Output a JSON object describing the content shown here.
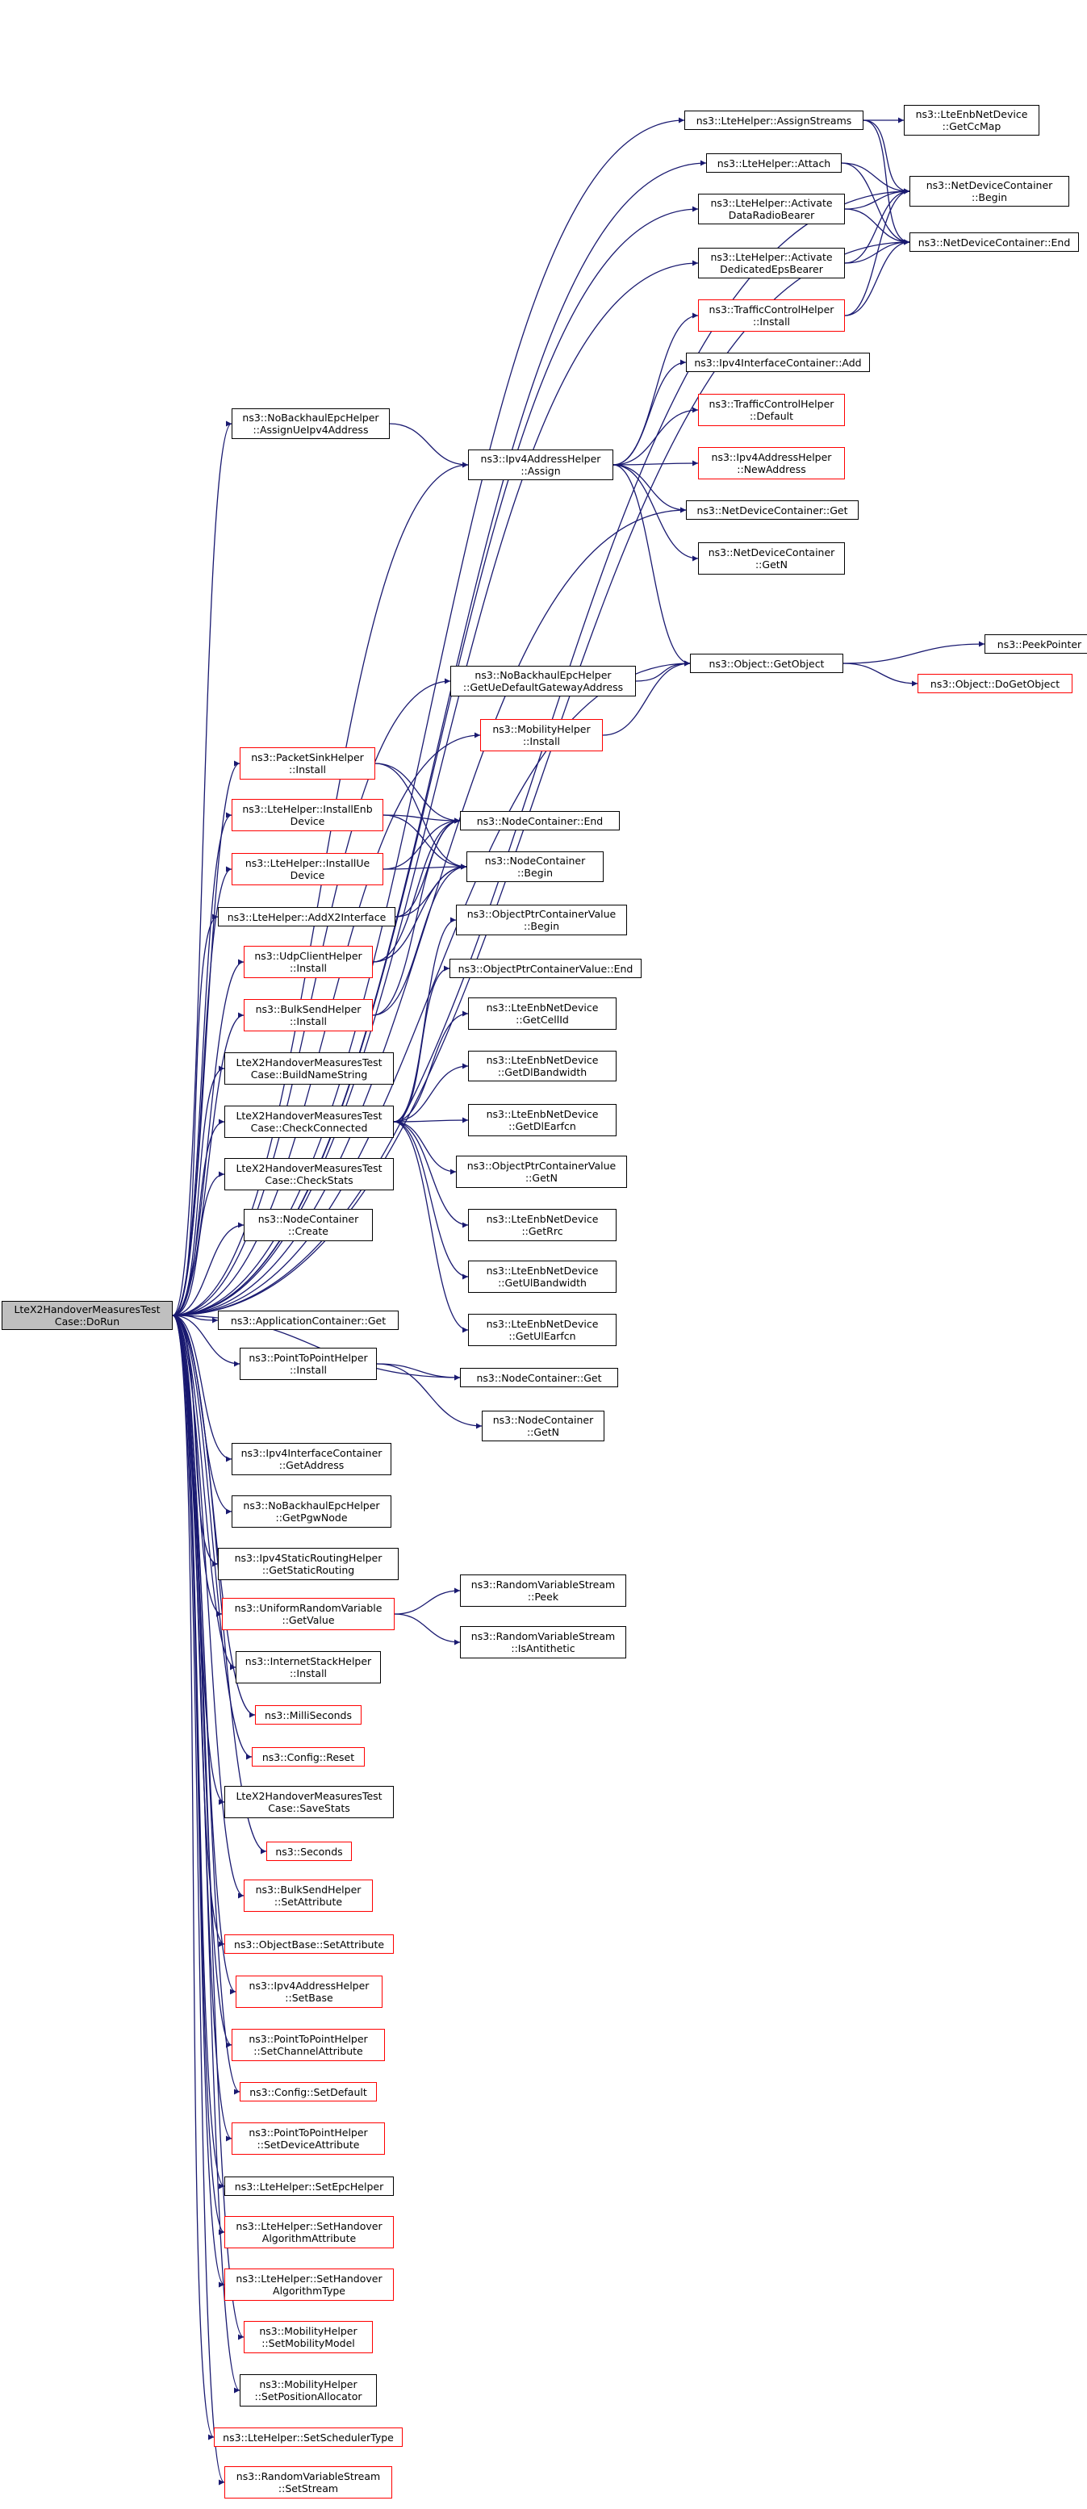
{
  "colors": {
    "edge": "#191970",
    "node_border": "#000000",
    "node_border_linked": "#ff0000",
    "root_fill": "#bfbfbf"
  },
  "root": {
    "line1": "LteX2HandoverMeasuresTest",
    "line2": "Case::DoRun"
  },
  "nodes": [
    {
      "id": "assignStreams",
      "lines": [
        "ns3::LteHelper::AssignStreams"
      ],
      "red": false
    },
    {
      "id": "getCcMap",
      "lines": [
        "ns3::LteEnbNetDevice",
        "::GetCcMap"
      ],
      "red": false
    },
    {
      "id": "attach",
      "lines": [
        "ns3::LteHelper::Attach"
      ],
      "red": false
    },
    {
      "id": "ndcBegin",
      "lines": [
        "ns3::NetDeviceContainer",
        "::Begin"
      ],
      "red": false
    },
    {
      "id": "actDataRadio",
      "lines": [
        "ns3::LteHelper::Activate",
        "DataRadioBearer"
      ],
      "red": false
    },
    {
      "id": "ndcEnd",
      "lines": [
        "ns3::NetDeviceContainer::End"
      ],
      "red": false
    },
    {
      "id": "actDedicated",
      "lines": [
        "ns3::LteHelper::Activate",
        "DedicatedEpsBearer"
      ],
      "red": false
    },
    {
      "id": "tcInstall",
      "lines": [
        "ns3::TrafficControlHelper",
        "::Install"
      ],
      "red": true
    },
    {
      "id": "ipv4IcAdd",
      "lines": [
        "ns3::Ipv4InterfaceContainer::Add"
      ],
      "red": false
    },
    {
      "id": "tcDefault",
      "lines": [
        "ns3::TrafficControlHelper",
        "::Default"
      ],
      "red": true
    },
    {
      "id": "assignUeIpv4",
      "lines": [
        "ns3::NoBackhaulEpcHelper",
        "::AssignUeIpv4Address"
      ],
      "red": false
    },
    {
      "id": "ipv4Assign",
      "lines": [
        "ns3::Ipv4AddressHelper",
        "::Assign"
      ],
      "red": false
    },
    {
      "id": "newAddress",
      "lines": [
        "ns3::Ipv4AddressHelper",
        "::NewAddress"
      ],
      "red": true
    },
    {
      "id": "ndcGet",
      "lines": [
        "ns3::NetDeviceContainer::Get"
      ],
      "red": false
    },
    {
      "id": "ndcGetN",
      "lines": [
        "ns3::NetDeviceContainer",
        "::GetN"
      ],
      "red": false
    },
    {
      "id": "peekPointer",
      "lines": [
        "ns3::PeekPointer"
      ],
      "red": false
    },
    {
      "id": "getObject",
      "lines": [
        "ns3::Object::GetObject"
      ],
      "red": false
    },
    {
      "id": "doGetObject",
      "lines": [
        "ns3::Object::DoGetObject"
      ],
      "red": true
    },
    {
      "id": "getUeGw",
      "lines": [
        "ns3::NoBackhaulEpcHelper",
        "::GetUeDefaultGatewayAddress"
      ],
      "red": false
    },
    {
      "id": "mobInstall",
      "lines": [
        "ns3::MobilityHelper",
        "::Install"
      ],
      "red": true
    },
    {
      "id": "psInstall",
      "lines": [
        "ns3::PacketSinkHelper",
        "::Install"
      ],
      "red": true
    },
    {
      "id": "ncEnd",
      "lines": [
        "ns3::NodeContainer::End"
      ],
      "red": false
    },
    {
      "id": "installEnb",
      "lines": [
        "ns3::LteHelper::InstallEnb",
        "Device"
      ],
      "red": true
    },
    {
      "id": "ncBegin",
      "lines": [
        "ns3::NodeContainer",
        "::Begin"
      ],
      "red": false
    },
    {
      "id": "installUe",
      "lines": [
        "ns3::LteHelper::InstallUe",
        "Device"
      ],
      "red": true
    },
    {
      "id": "addX2",
      "lines": [
        "ns3::LteHelper::AddX2Interface"
      ],
      "red": false
    },
    {
      "id": "opcBegin",
      "lines": [
        "ns3::ObjectPtrContainerValue",
        "::Begin"
      ],
      "red": false
    },
    {
      "id": "udpInstall",
      "lines": [
        "ns3::UdpClientHelper",
        "::Install"
      ],
      "red": true
    },
    {
      "id": "opcEnd",
      "lines": [
        "ns3::ObjectPtrContainerValue::End"
      ],
      "red": false
    },
    {
      "id": "bulkInstall",
      "lines": [
        "ns3::BulkSendHelper",
        "::Install"
      ],
      "red": true
    },
    {
      "id": "getCellId",
      "lines": [
        "ns3::LteEnbNetDevice",
        "::GetCellId"
      ],
      "red": false
    },
    {
      "id": "buildName",
      "lines": [
        "LteX2HandoverMeasuresTest",
        "Case::BuildNameString"
      ],
      "red": false
    },
    {
      "id": "getDlBw",
      "lines": [
        "ns3::LteEnbNetDevice",
        "::GetDlBandwidth"
      ],
      "red": false
    },
    {
      "id": "checkConnected",
      "lines": [
        "LteX2HandoverMeasuresTest",
        "Case::CheckConnected"
      ],
      "red": false
    },
    {
      "id": "getDlEarfcn",
      "lines": [
        "ns3::LteEnbNetDevice",
        "::GetDlEarfcn"
      ],
      "red": false
    },
    {
      "id": "checkStats",
      "lines": [
        "LteX2HandoverMeasuresTest",
        "Case::CheckStats"
      ],
      "red": false
    },
    {
      "id": "opcGetN",
      "lines": [
        "ns3::ObjectPtrContainerValue",
        "::GetN"
      ],
      "red": false
    },
    {
      "id": "ncCreate",
      "lines": [
        "ns3::NodeContainer",
        "::Create"
      ],
      "red": false
    },
    {
      "id": "getRrc",
      "lines": [
        "ns3::LteEnbNetDevice",
        "::GetRrc"
      ],
      "red": false
    },
    {
      "id": "appGet",
      "lines": [
        "ns3::ApplicationContainer::Get"
      ],
      "red": false
    },
    {
      "id": "getUlBw",
      "lines": [
        "ns3::LteEnbNetDevice",
        "::GetUlBandwidth"
      ],
      "red": false
    },
    {
      "id": "getUlEarfcn",
      "lines": [
        "ns3::LteEnbNetDevice",
        "::GetUlEarfcn"
      ],
      "red": false
    },
    {
      "id": "p2pInstall",
      "lines": [
        "ns3::PointToPointHelper",
        "::Install"
      ],
      "red": false
    },
    {
      "id": "ncGet",
      "lines": [
        "ns3::NodeContainer::Get"
      ],
      "red": false
    },
    {
      "id": "ncGetN",
      "lines": [
        "ns3::NodeContainer",
        "::GetN"
      ],
      "red": false
    },
    {
      "id": "ipv4IcGetAddr",
      "lines": [
        "ns3::Ipv4InterfaceContainer",
        "::GetAddress"
      ],
      "red": false
    },
    {
      "id": "getPgwNode",
      "lines": [
        "ns3::NoBackhaulEpcHelper",
        "::GetPgwNode"
      ],
      "red": false
    },
    {
      "id": "getStaticRouting",
      "lines": [
        "ns3::Ipv4StaticRoutingHelper",
        "::GetStaticRouting"
      ],
      "red": false
    },
    {
      "id": "rvsPeek",
      "lines": [
        "ns3::RandomVariableStream",
        "::Peek"
      ],
      "red": false
    },
    {
      "id": "urvGetValue",
      "lines": [
        "ns3::UniformRandomVariable",
        "::GetValue"
      ],
      "red": true
    },
    {
      "id": "rvsIsAnti",
      "lines": [
        "ns3::RandomVariableStream",
        "::IsAntithetic"
      ],
      "red": false
    },
    {
      "id": "inetInstall",
      "lines": [
        "ns3::InternetStackHelper",
        "::Install"
      ],
      "red": false
    },
    {
      "id": "milliSeconds",
      "lines": [
        "ns3::MilliSeconds"
      ],
      "red": true
    },
    {
      "id": "configReset",
      "lines": [
        "ns3::Config::Reset"
      ],
      "red": true
    },
    {
      "id": "saveStats",
      "lines": [
        "LteX2HandoverMeasuresTest",
        "Case::SaveStats"
      ],
      "red": false
    },
    {
      "id": "seconds",
      "lines": [
        "ns3::Seconds"
      ],
      "red": true
    },
    {
      "id": "bulkSetAttr",
      "lines": [
        "ns3::BulkSendHelper",
        "::SetAttribute"
      ],
      "red": true
    },
    {
      "id": "objSetAttr",
      "lines": [
        "ns3::ObjectBase::SetAttribute"
      ],
      "red": true
    },
    {
      "id": "ipv4SetBase",
      "lines": [
        "ns3::Ipv4AddressHelper",
        "::SetBase"
      ],
      "red": true
    },
    {
      "id": "p2pSetChan",
      "lines": [
        "ns3::PointToPointHelper",
        "::SetChannelAttribute"
      ],
      "red": true
    },
    {
      "id": "configSetDefault",
      "lines": [
        "ns3::Config::SetDefault"
      ],
      "red": true
    },
    {
      "id": "p2pSetDev",
      "lines": [
        "ns3::PointToPointHelper",
        "::SetDeviceAttribute"
      ],
      "red": true
    },
    {
      "id": "setEpcHelper",
      "lines": [
        "ns3::LteHelper::SetEpcHelper"
      ],
      "red": false
    },
    {
      "id": "setHoAttr",
      "lines": [
        "ns3::LteHelper::SetHandover",
        "AlgorithmAttribute"
      ],
      "red": true
    },
    {
      "id": "setHoType",
      "lines": [
        "ns3::LteHelper::SetHandover",
        "AlgorithmType"
      ],
      "red": true
    },
    {
      "id": "setMobModel",
      "lines": [
        "ns3::MobilityHelper",
        "::SetMobilityModel"
      ],
      "red": true
    },
    {
      "id": "setPosAlloc",
      "lines": [
        "ns3::MobilityHelper",
        "::SetPositionAllocator"
      ],
      "red": false
    },
    {
      "id": "setSched",
      "lines": [
        "ns3::LteHelper::SetSchedulerType"
      ],
      "red": true
    },
    {
      "id": "setStream",
      "lines": [
        "ns3::RandomVariableStream",
        "::SetStream"
      ],
      "red": true
    }
  ],
  "edges": [
    [
      "assignStreams",
      "getCcMap"
    ],
    [
      "assignStreams",
      "ndcBegin"
    ],
    [
      "assignStreams",
      "ndcEnd"
    ],
    [
      "attach",
      "ndcBegin"
    ],
    [
      "attach",
      "ndcEnd"
    ],
    [
      "actDataRadio",
      "ndcBegin"
    ],
    [
      "actDataRadio",
      "ndcEnd"
    ],
    [
      "actDedicated",
      "ndcBegin"
    ],
    [
      "actDedicated",
      "ndcEnd"
    ],
    [
      "tcInstall",
      "ndcBegin"
    ],
    [
      "tcInstall",
      "ndcEnd"
    ],
    [
      "assignUeIpv4",
      "ipv4Assign"
    ],
    [
      "ipv4Assign",
      "tcInstall"
    ],
    [
      "ipv4Assign",
      "ipv4IcAdd"
    ],
    [
      "ipv4Assign",
      "tcDefault"
    ],
    [
      "ipv4Assign",
      "newAddress"
    ],
    [
      "ipv4Assign",
      "ndcGet"
    ],
    [
      "ipv4Assign",
      "ndcGetN"
    ],
    [
      "ipv4Assign",
      "getObject"
    ],
    [
      "getUeGw",
      "getObject"
    ],
    [
      "mobInstall",
      "getObject"
    ],
    [
      "getObject",
      "peekPointer"
    ],
    [
      "getObject",
      "doGetObject"
    ],
    [
      "psInstall",
      "ncEnd"
    ],
    [
      "psInstall",
      "ncBegin"
    ],
    [
      "installEnb",
      "ncEnd"
    ],
    [
      "installEnb",
      "ncBegin"
    ],
    [
      "installUe",
      "ncEnd"
    ],
    [
      "installUe",
      "ncBegin"
    ],
    [
      "addX2",
      "ncEnd"
    ],
    [
      "addX2",
      "ncBegin"
    ],
    [
      "udpInstall",
      "ncEnd"
    ],
    [
      "udpInstall",
      "ncBegin"
    ],
    [
      "bulkInstall",
      "ncEnd"
    ],
    [
      "bulkInstall",
      "ncBegin"
    ],
    [
      "checkConnected",
      "opcBegin"
    ],
    [
      "checkConnected",
      "opcEnd"
    ],
    [
      "checkConnected",
      "getCellId"
    ],
    [
      "checkConnected",
      "getDlBw"
    ],
    [
      "checkConnected",
      "getDlEarfcn"
    ],
    [
      "checkConnected",
      "opcGetN"
    ],
    [
      "checkConnected",
      "getRrc"
    ],
    [
      "checkConnected",
      "getUlBw"
    ],
    [
      "checkConnected",
      "getUlEarfcn"
    ],
    [
      "p2pInstall",
      "ncGet"
    ],
    [
      "p2pInstall",
      "ncGetN"
    ],
    [
      "urvGetValue",
      "rvsPeek"
    ],
    [
      "urvGetValue",
      "rvsIsAnti"
    ],
    [
      "root",
      "assignStreams"
    ],
    [
      "root",
      "attach"
    ],
    [
      "root",
      "actDataRadio"
    ],
    [
      "root",
      "actDedicated"
    ],
    [
      "root",
      "ndcBegin"
    ],
    [
      "root",
      "ndcEnd"
    ],
    [
      "root",
      "assignUeIpv4"
    ],
    [
      "root",
      "ipv4Assign"
    ],
    [
      "root",
      "ndcGet"
    ],
    [
      "root",
      "getObject"
    ],
    [
      "root",
      "getUeGw"
    ],
    [
      "root",
      "mobInstall"
    ],
    [
      "root",
      "psInstall"
    ],
    [
      "root",
      "installEnb"
    ],
    [
      "root",
      "installUe"
    ],
    [
      "root",
      "addX2"
    ],
    [
      "root",
      "udpInstall"
    ],
    [
      "root",
      "bulkInstall"
    ],
    [
      "root",
      "buildName"
    ],
    [
      "root",
      "checkConnected"
    ],
    [
      "root",
      "checkStats"
    ],
    [
      "root",
      "ncCreate"
    ],
    [
      "root",
      "appGet"
    ],
    [
      "root",
      "p2pInstall"
    ],
    [
      "root",
      "ncGet"
    ],
    [
      "root",
      "ipv4IcGetAddr"
    ],
    [
      "root",
      "getPgwNode"
    ],
    [
      "root",
      "getStaticRouting"
    ],
    [
      "root",
      "urvGetValue"
    ],
    [
      "root",
      "inetInstall"
    ],
    [
      "root",
      "milliSeconds"
    ],
    [
      "root",
      "configReset"
    ],
    [
      "root",
      "saveStats"
    ],
    [
      "root",
      "seconds"
    ],
    [
      "root",
      "bulkSetAttr"
    ],
    [
      "root",
      "objSetAttr"
    ],
    [
      "root",
      "ipv4SetBase"
    ],
    [
      "root",
      "p2pSetChan"
    ],
    [
      "root",
      "configSetDefault"
    ],
    [
      "root",
      "p2pSetDev"
    ],
    [
      "root",
      "setEpcHelper"
    ],
    [
      "root",
      "setHoAttr"
    ],
    [
      "root",
      "setHoType"
    ],
    [
      "root",
      "setMobModel"
    ],
    [
      "root",
      "setPosAlloc"
    ],
    [
      "root",
      "setSched"
    ],
    [
      "root",
      "setStream"
    ]
  ]
}
